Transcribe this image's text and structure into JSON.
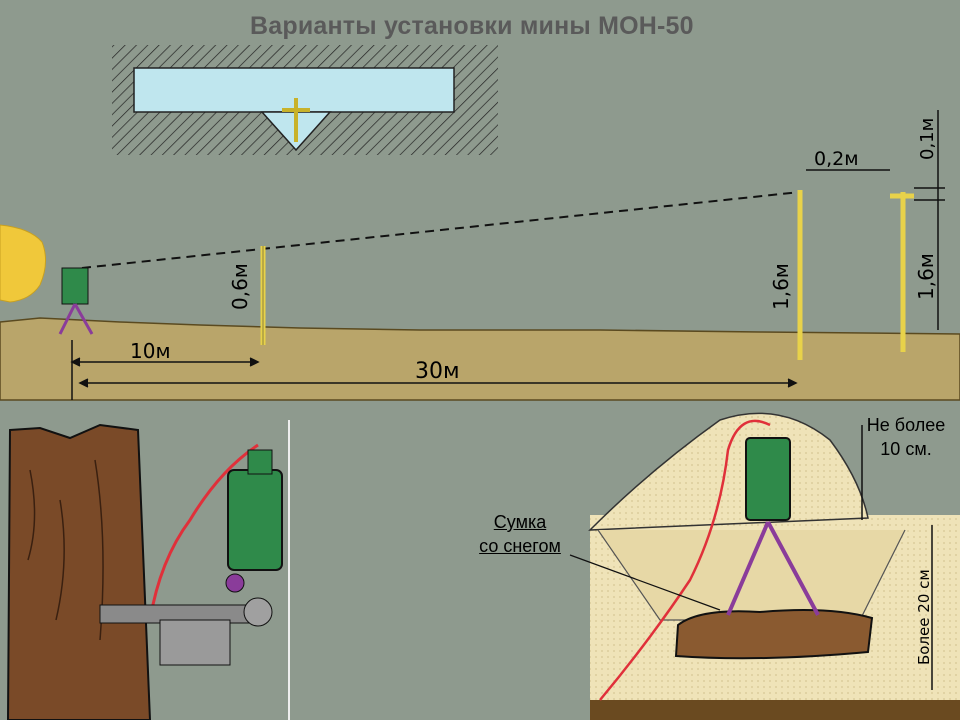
{
  "title": "Варианты установки мины МОН-50",
  "top_diagram": {
    "distance_10": "10м",
    "distance_30": "30м",
    "height_06": "0,6м",
    "height_16_a": "1,6м",
    "height_16_b": "1,6м",
    "offset_02": "0,2м",
    "offset_01": "0,1м"
  },
  "snow_diagram": {
    "max_label_line1": "Не более",
    "max_label_line2": "10 см.",
    "bag_label_line1": "Сумка",
    "bag_label_line2": "со снегом",
    "depth_label": "Более 20 см"
  },
  "colors": {
    "background": "#8e9a8e",
    "ground": "#b9a56a",
    "mine_green": "#2f8a4a",
    "stake_yellow": "#e8d24a",
    "wire_red": "#e0303a",
    "tripod_purple": "#8a3c9a"
  }
}
